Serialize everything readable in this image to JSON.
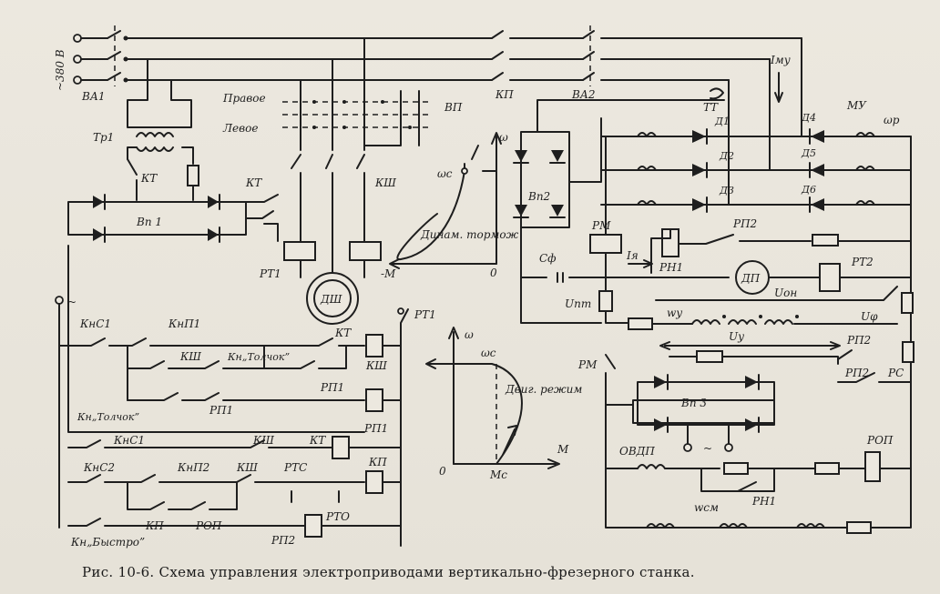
{
  "caption": "Рис. 10-6. Схема управления электроприводами вертикально-фрезерного станка.",
  "labels": {
    "supply": "~380 В",
    "va1": "ВА1",
    "tr1": "Тр1",
    "kt": "КТ",
    "vp1": "Вп 1",
    "pravoe": "Правое",
    "levoe": "Левое",
    "vp": "ВП",
    "ksh": "КШ",
    "rt1": "РТ1",
    "dsh": "ДШ",
    "minus_m": "-М",
    "kp": "КП",
    "va2": "ВА2",
    "imu": "Iму",
    "tt": "ТТ",
    "d1": "Д1",
    "d2": "Д2",
    "d3": "Д3",
    "d4": "Д4",
    "d5": "Д5",
    "d6": "Д6",
    "mu": "МУ",
    "omega_p": "ωр",
    "vp2": "Вп2",
    "rm": "РМ",
    "cf": "Сф",
    "iya": "Iя",
    "rn1": "РН1",
    "rp2": "РП2",
    "dp": "ДП",
    "rt2": "РТ2",
    "unt": "Uпт",
    "uoh": "Uон",
    "wy": "wу",
    "uy": "Uу",
    "u_phi": "Uφ",
    "rs": "РС",
    "vp3": "Вп 3",
    "ovdp": "ОВДП",
    "rop": "РОП",
    "wcm": "wсм",
    "kns1": "КнС1",
    "knp1": "КнП1",
    "kn_tolchok": "Кн„Толчок”",
    "kn_tolchok2": "Кн„Толчок”",
    "rp1": "РП1",
    "knc2": "КнС2",
    "knp2": "КнП2",
    "rts": "РТС",
    "rto": "РТО",
    "kn_bystro": "Кн„Быстро”",
    "omega": "ω",
    "omega_c": "ωс",
    "dinam_tormozh": "Динам. тормож",
    "dvig_rezhim": "Двиг. режим",
    "m_axis": "М",
    "mc": "Мс",
    "zero": "0",
    "tilde": "~"
  }
}
